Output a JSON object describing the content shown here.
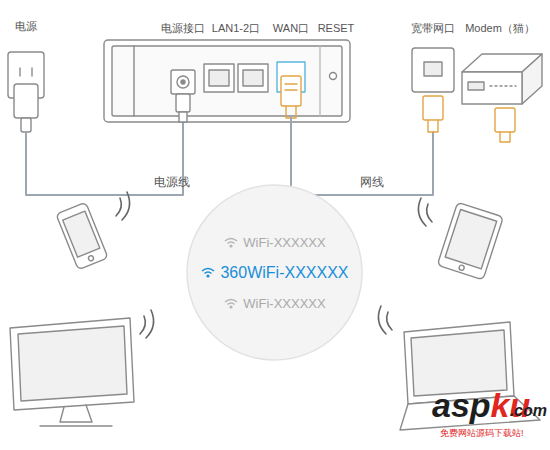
{
  "diagram": {
    "nodes": [
      {
        "text": [
          "WiFi-XXXXXX",
          "360WiFi-XXXXXX",
          "WiFi-XXXXXX"
        ]
      }
    ],
    "labels": [
      "电源",
      "电源接口",
      "LAN1-2口",
      "WAN口",
      "RESET",
      "宽带网口",
      "Modem（猫）",
      "电源线",
      "网线",
      "asp",
      "ku",
      ".com",
      "免费网站源码下载站!"
    ]
  }
}
